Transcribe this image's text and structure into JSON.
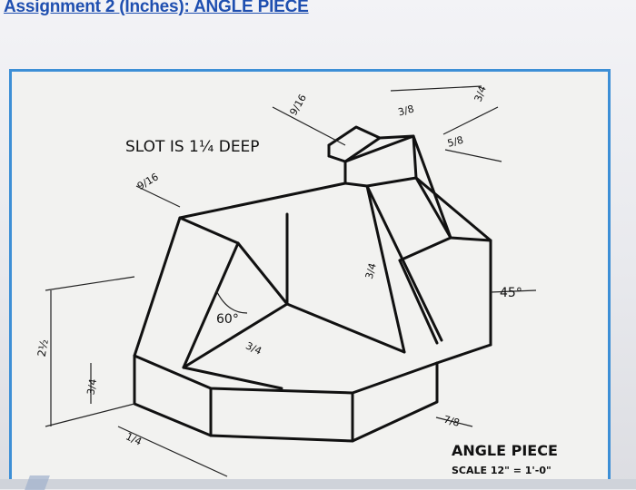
{
  "document": {
    "title": "Assignment 2 (Inches): ANGLE PIECE"
  },
  "drawing": {
    "slot_note": "SLOT IS 1¼ DEEP",
    "angle_60": "60°",
    "angle_45": "45°",
    "dims": {
      "nine_sixteenths_top": "9/16",
      "nine_sixteenths_left": "9/16",
      "three_eighths": "3/8",
      "three_fourths_top_right": "3/4",
      "three_fourths_mid": "3/4",
      "three_fourths_slot_floor": "3/4",
      "three_fourths_left": "3/4",
      "two_and_half": "2½",
      "one_fourth_bottom": "1/4",
      "seven_eighths_bottom": "7/8",
      "five_eighths_dia": "5/8"
    },
    "title_block": {
      "name": "ANGLE PIECE",
      "scale": "SCALE 12\" = 1'-0\""
    }
  },
  "colors": {
    "title_blue": "#1f4fb0",
    "frame_blue": "#3d8fd6",
    "line_black": "#111111"
  }
}
